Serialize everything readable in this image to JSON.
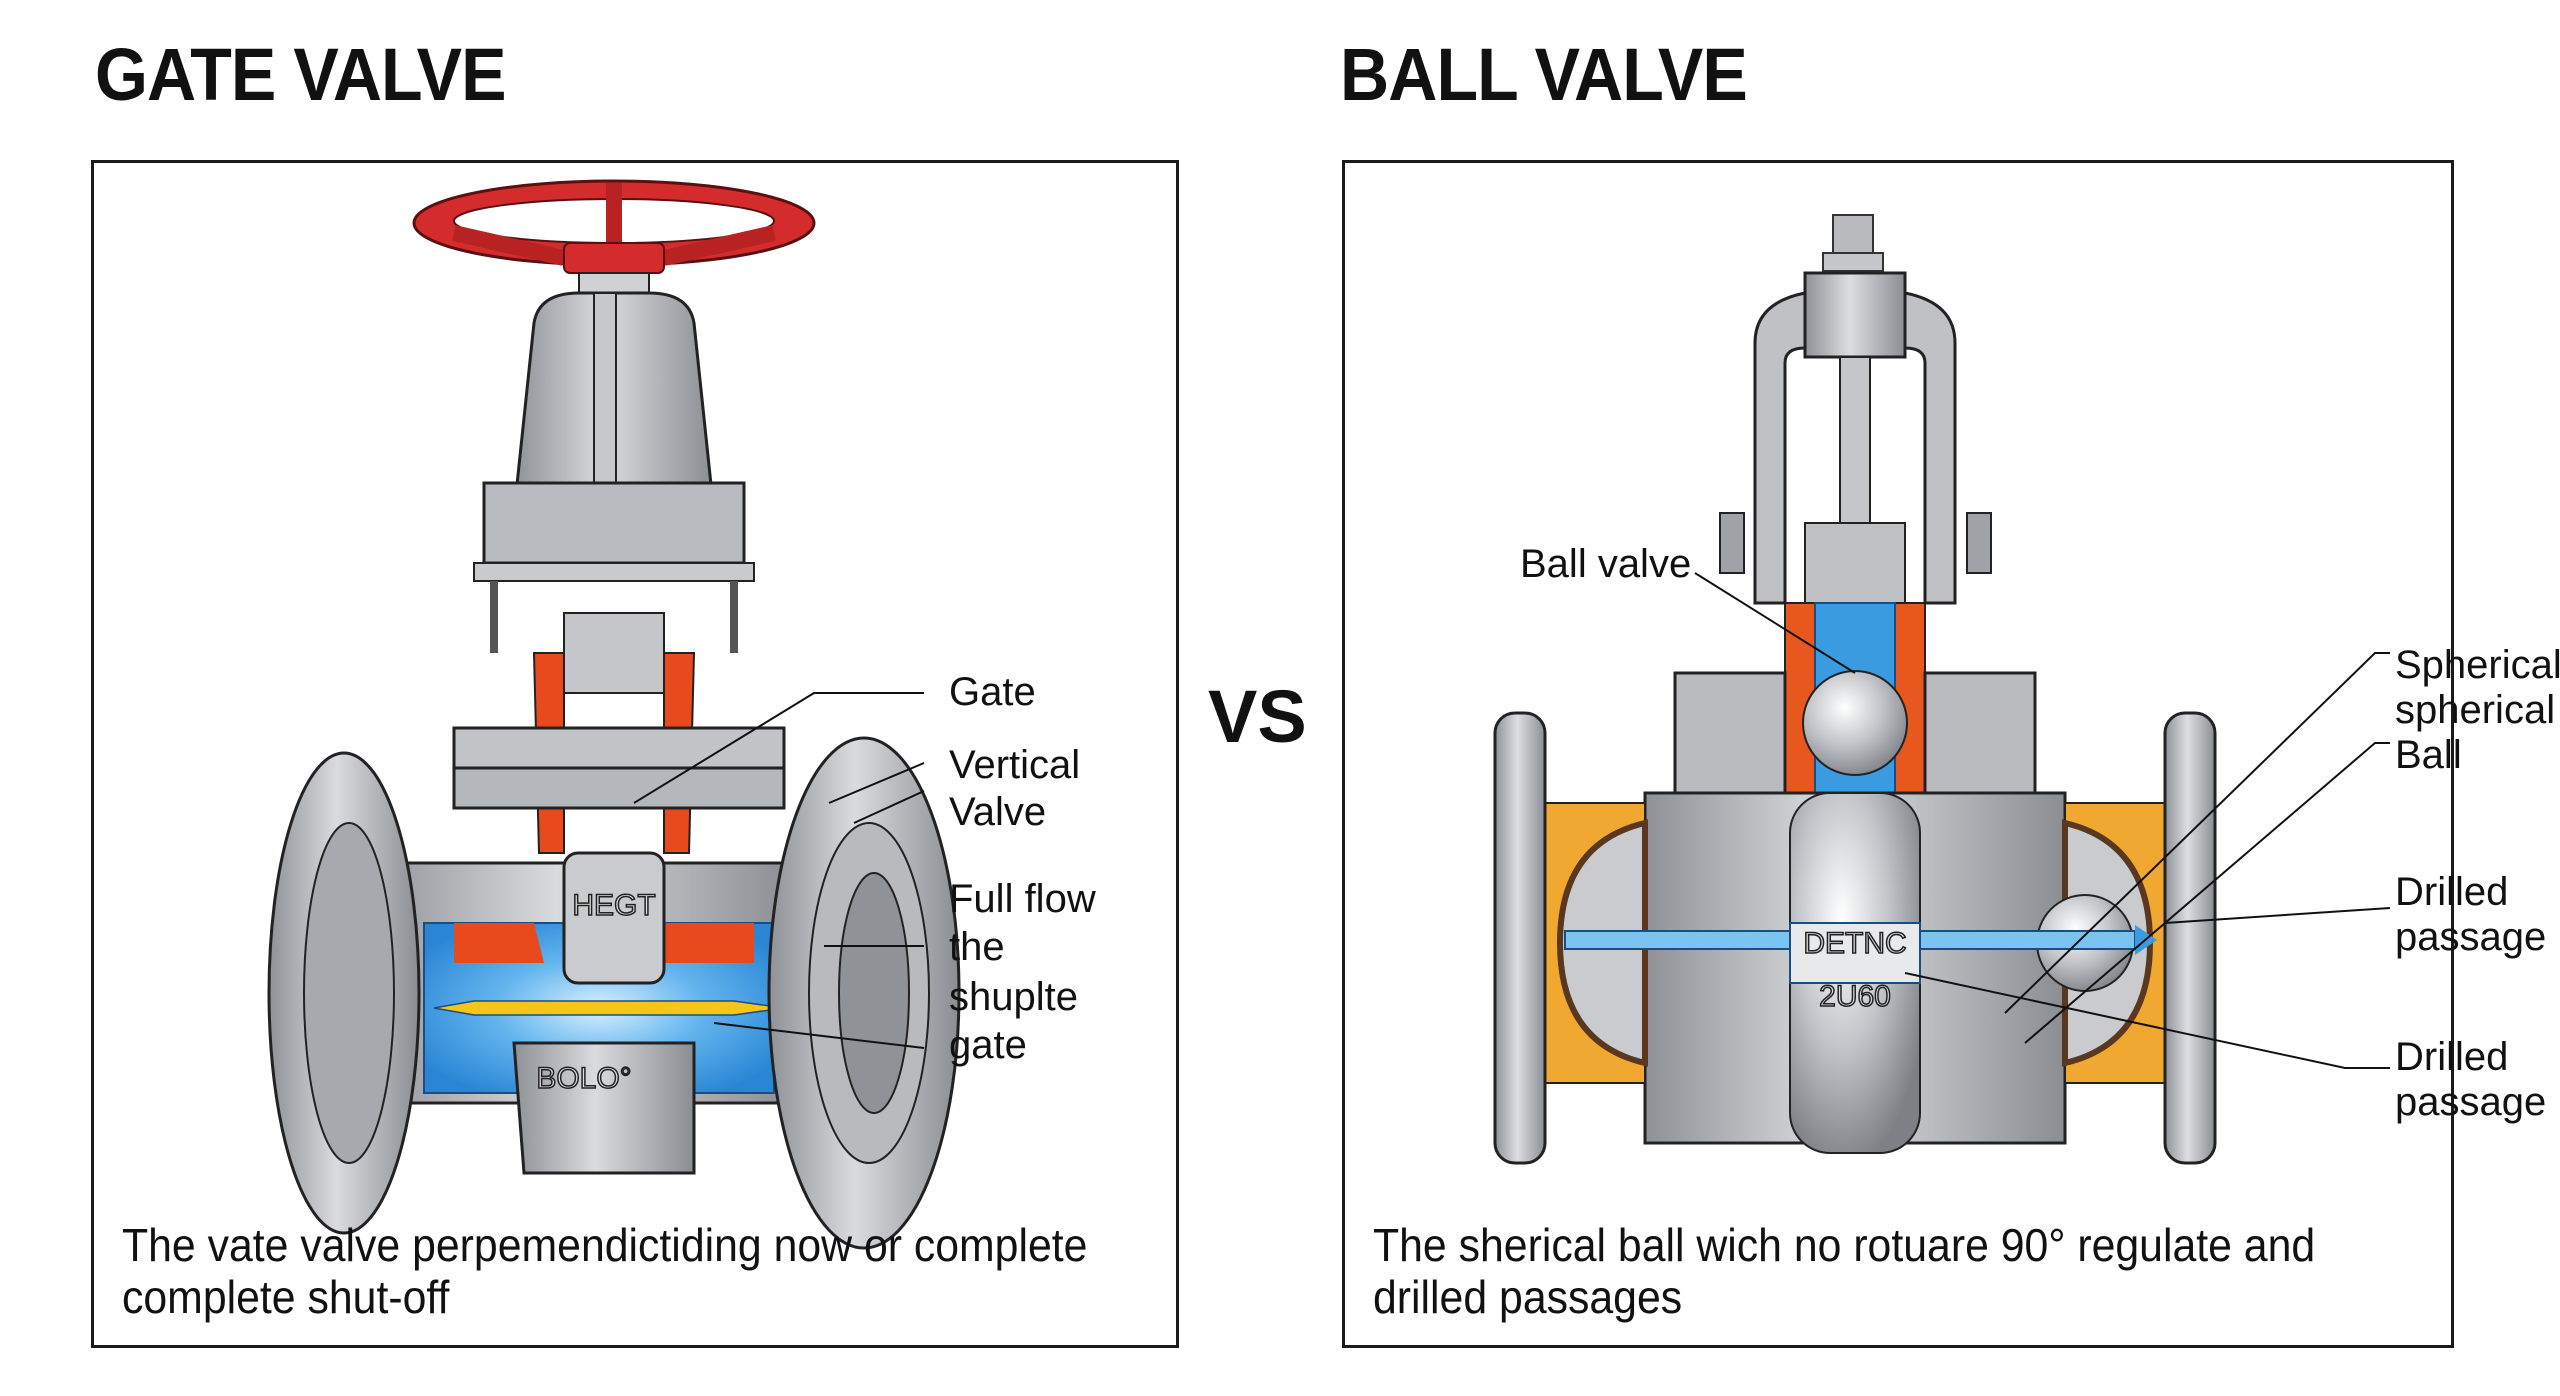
{
  "left": {
    "title": "GATE VALVE",
    "callouts": {
      "gate": "Gate",
      "vertical_1": "Vertical",
      "vertical_2": "Valve",
      "flow_1": "Full flow",
      "flow_2": "the",
      "flow_3": "shuplte",
      "flow_4": "gate"
    },
    "body_labels": {
      "upper": "HEGT",
      "lower": "BOLO°"
    },
    "caption_line1": "The vate valve perpemendictiding now or complete",
    "caption_line2": "complete shut-off",
    "colors": {
      "handwheel": "#d42c2c",
      "seal": "#e84a1e",
      "flow": "#3a9be0",
      "arrow": "#f5c518",
      "metal": "#b5b8bc"
    }
  },
  "separator": "VS",
  "right": {
    "title": "BALL VALVE",
    "callouts": {
      "ball_valve": "Ball valve",
      "spherical_1": "Spherical",
      "spherical_2": "spherical",
      "spherical_3": "Ball",
      "drilled_a1": "Drilled",
      "drilled_a2": "passage",
      "drilled_b1": "Drilled",
      "drilled_b2": "passage"
    },
    "body_labels": {
      "upper": "DETNC",
      "lower": "2U60"
    },
    "caption_line1": "The sherical ball wich no rotuare 90° regulate and",
    "caption_line2": "drilled passages",
    "colors": {
      "seal": "#e8581e",
      "flow": "#3a9be0",
      "insert": "#f0a830",
      "metal": "#b5b8bc"
    }
  }
}
